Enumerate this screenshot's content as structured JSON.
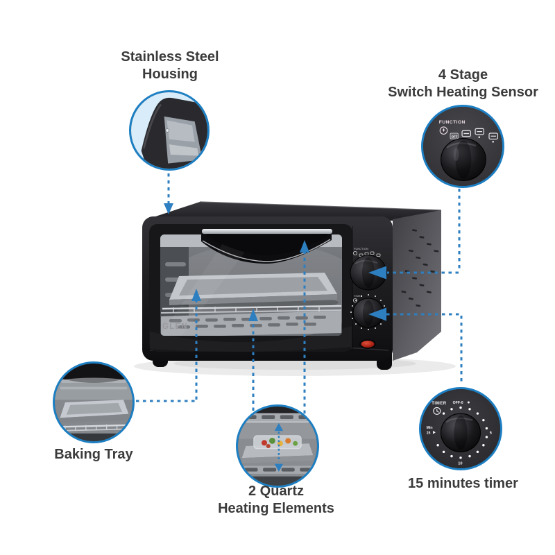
{
  "colors": {
    "accent_blue": "#1d7fc3",
    "connector_blue": "#2e7fc0",
    "label_text": "#3b3b3b",
    "housing_circle_bg": "#d8ecf9",
    "oven_body": "#1c1c1f",
    "indicator_red": "#c23222"
  },
  "callouts": {
    "housing": {
      "line1": "Stainless Steel",
      "line2": "Housing"
    },
    "sensor": {
      "line1": "4 Stage",
      "line2": "Switch Heating Sensor"
    },
    "tray": {
      "label": "Baking Tray"
    },
    "quartz": {
      "line1": "2 Quartz",
      "line2": "Heating Elements"
    },
    "timer": {
      "label": "15 minutes timer"
    }
  },
  "oven": {
    "brand": "GLEN",
    "function": {
      "label": "FUNCTION",
      "off": "OFF"
    },
    "timer": {
      "label": "TIMER",
      "off": "OFF-0",
      "min": "Min",
      "max": "15",
      "five": "5",
      "ten": "10"
    }
  }
}
